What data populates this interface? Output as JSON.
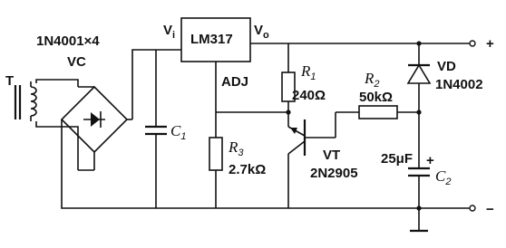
{
  "labels": {
    "transformer": "T",
    "bridge_part": "1N4001×4",
    "bridge_type": "VC",
    "capacitor_c1_letter": "C",
    "capacitor_c1_index": "1",
    "vi_letter": "V",
    "vi_index": "i",
    "regulator": "LM317",
    "vo_letter": "V",
    "vo_index": "o",
    "adj": "ADJ",
    "r1_letter": "R",
    "r1_index": "1",
    "r1_value": "240Ω",
    "r2_letter": "R",
    "r2_index": "2",
    "r2_value": "50kΩ",
    "r3_letter": "R",
    "r3_index": "3",
    "r3_value": "2.7kΩ",
    "vd_name": "VD",
    "vd_part": "1N4002",
    "vt_name": "VT",
    "vt_part": "2N2905",
    "c2_value": "25μF",
    "c2_letter": "C",
    "c2_index": "2",
    "c2_polarity": "+",
    "out_plus": "+",
    "out_minus": "−"
  }
}
